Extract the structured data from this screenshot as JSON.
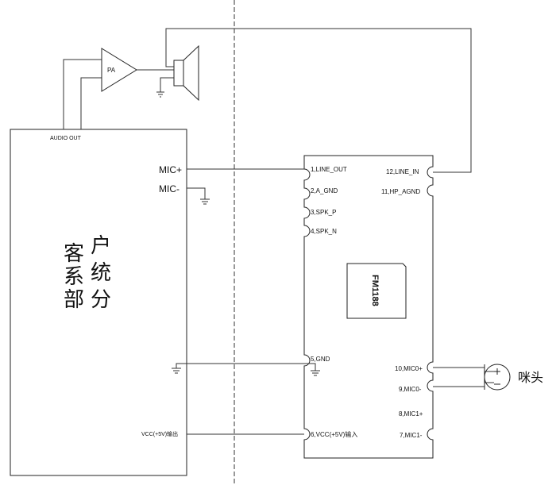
{
  "customer": {
    "title_chars": [
      "客",
      "户",
      "系",
      "统",
      "部",
      "分"
    ],
    "audio_out": "AUDIO OUT",
    "mic_plus": "MIC+",
    "mic_minus": "MIC-",
    "vcc_out": "VCC(+5V)输出"
  },
  "amp": {
    "label": "PA"
  },
  "chip": {
    "mark": "FM1188",
    "pins_left": [
      "1,LINE_OUT",
      "2,A_GND",
      "3,SPK_P",
      "4,SPK_N",
      "5,GND",
      "6,VCC(+5V)输入"
    ],
    "pins_right": [
      "12,LINE_IN",
      "11,HP_AGND",
      "10,MIC0+",
      "9,MIC0-",
      "8,MIC1+",
      "7,MIC1-"
    ]
  },
  "microphone": {
    "label": "咪头"
  }
}
